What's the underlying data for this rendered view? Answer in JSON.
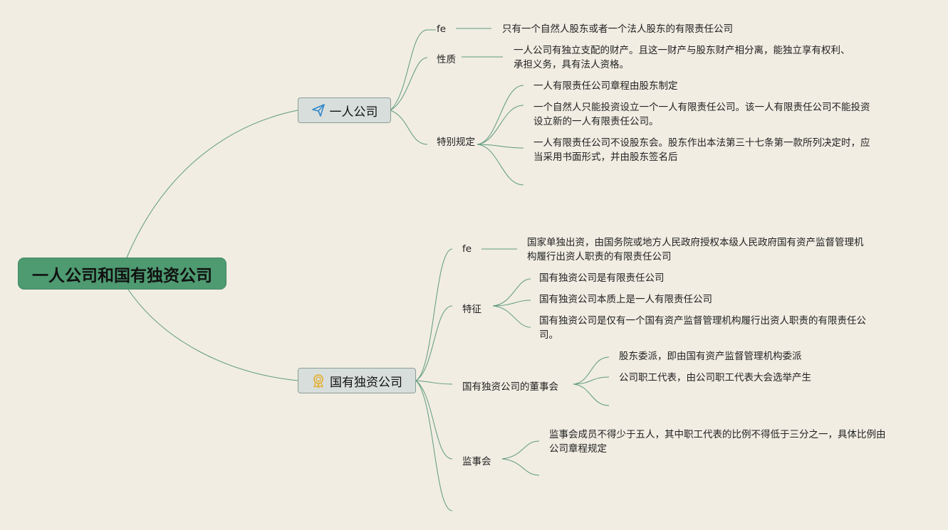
{
  "root": {
    "label": "一人公司和国有独资公司"
  },
  "branches": [
    {
      "label": "一人公司",
      "icon": "paper-plane-icon",
      "children": [
        {
          "label": "fe",
          "leaves": [
            [
              "只有一个自然人股东或者一个法人股东的有限责任公司"
            ]
          ]
        },
        {
          "label": "性质",
          "leaves": [
            [
              "一人公司有独立支配的财产。且这一财产与股东财产相分离，能独立享有权利、",
              "承担义务，具有法人资格。"
            ]
          ]
        },
        {
          "label": "特别规定",
          "leaves": [
            [
              "一人有限责任公司章程由股东制定"
            ],
            [
              "一个自然人只能投资设立一个一人有限责任公司。该一人有限责任公司不能投资",
              "设立新的一人有限责任公司。"
            ],
            [
              "一人有限责任公司不设股东会。股东作出本法第三十七条第一款所列决定时，应",
              "当采用书面形式，并由股东签名后"
            ]
          ]
        }
      ]
    },
    {
      "label": "国有独资公司",
      "icon": "award-badge-icon",
      "children": [
        {
          "label": "fe",
          "leaves": [
            [
              "国家单独出资，由国务院或地方人民政府授权本级人民政府国有资产监督管理机",
              "构履行出资人职责的有限责任公司"
            ]
          ]
        },
        {
          "label": "特征",
          "leaves": [
            [
              "国有独资公司是有限责任公司"
            ],
            [
              "国有独资公司本质上是一人有限责任公司"
            ],
            [
              "国有独资公司是仅有一个国有资产监督管理机构履行出资人职责的有限责任公",
              "司。"
            ]
          ]
        },
        {
          "label": "国有独资公司的董事会",
          "leaves": [
            [
              "股东委派，即由国有资产监督管理机构委派"
            ],
            [
              "公司职工代表，由公司职工代表大会选举产生"
            ]
          ]
        },
        {
          "label": "监事会",
          "leaves": [
            [
              "监事会成员不得少于五人，其中职工代表的比例不得低于三分之一，具体比例由",
              "公司章程规定"
            ]
          ]
        }
      ]
    }
  ],
  "colors": {
    "line": "#5e9a7c",
    "root": "#4e9a71",
    "background": "#f1ede3",
    "plane_icon": "#2f86c9",
    "badge_icon": "#e3b33b"
  }
}
